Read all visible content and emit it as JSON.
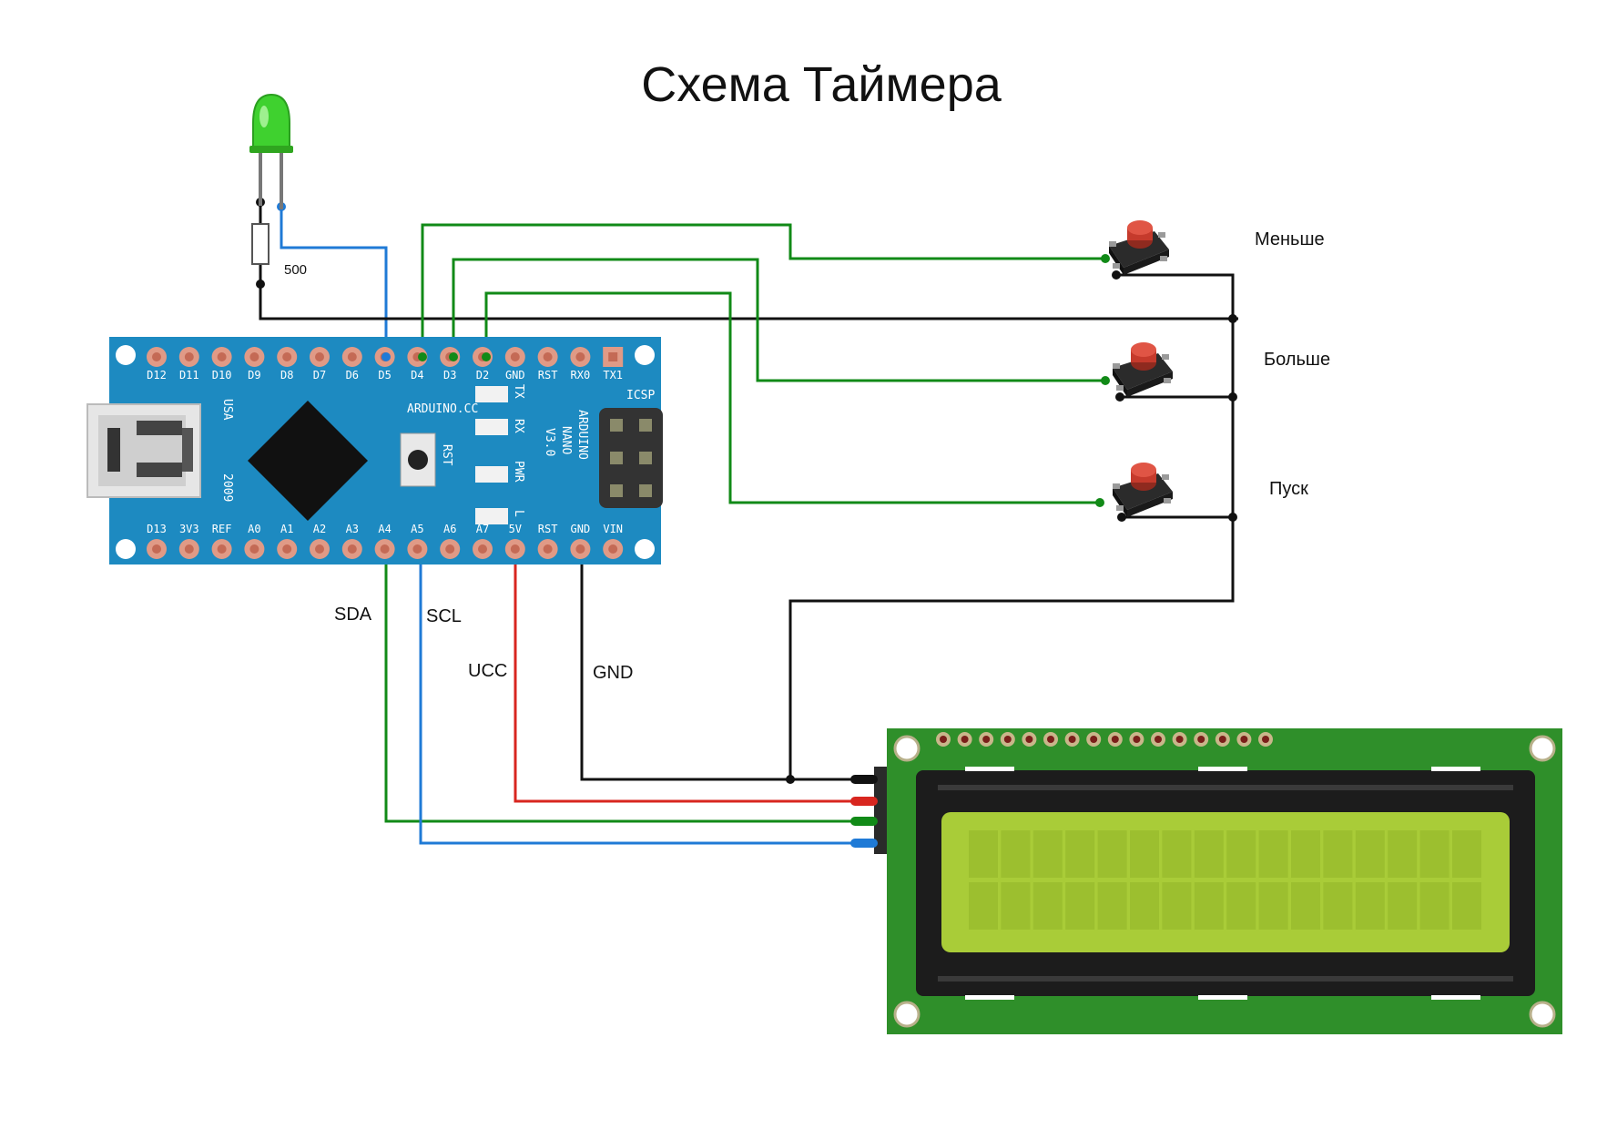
{
  "title": "Схема Таймера",
  "colors": {
    "board": "#1d8ac1",
    "wire_green": "#118a17",
    "wire_blue": "#1f7ad6",
    "wire_red": "#d8261f",
    "wire_black": "#111111",
    "lcd_pcb": "#2f8f2a",
    "lcd_screen": "#a9cc38",
    "button_cap": "#c53a2c",
    "led": "#3fd12f"
  },
  "led": {
    "resistor_label": "500"
  },
  "buttons": [
    {
      "id": "less",
      "label": "Меньше"
    },
    {
      "id": "more",
      "label": "Больше"
    },
    {
      "id": "start",
      "label": "Пуск"
    }
  ],
  "wires": {
    "sda": "SDA",
    "scl": "SCL",
    "vcc": "UCC",
    "gnd": "GND"
  },
  "arduino": {
    "top_pins": [
      "D12",
      "D11",
      "D10",
      "D9",
      "D8",
      "D7",
      "D6",
      "D5",
      "D4",
      "D3",
      "D2",
      "GND",
      "RST",
      "RX0",
      "TX1"
    ],
    "bottom_pins": [
      "D13",
      "3V3",
      "REF",
      "A0",
      "A1",
      "A2",
      "A3",
      "A4",
      "A5",
      "A6",
      "A7",
      "5V",
      "RST",
      "GND",
      "VIN"
    ],
    "site": "ARDUINO.CC",
    "model_lines": [
      "ARDUINO",
      "NANO",
      "V3.0"
    ],
    "icsp": "ICSP",
    "leds": [
      "TX",
      "RX",
      "PWR",
      "L"
    ],
    "reset": "RST",
    "country": "USA",
    "year": "2009"
  }
}
